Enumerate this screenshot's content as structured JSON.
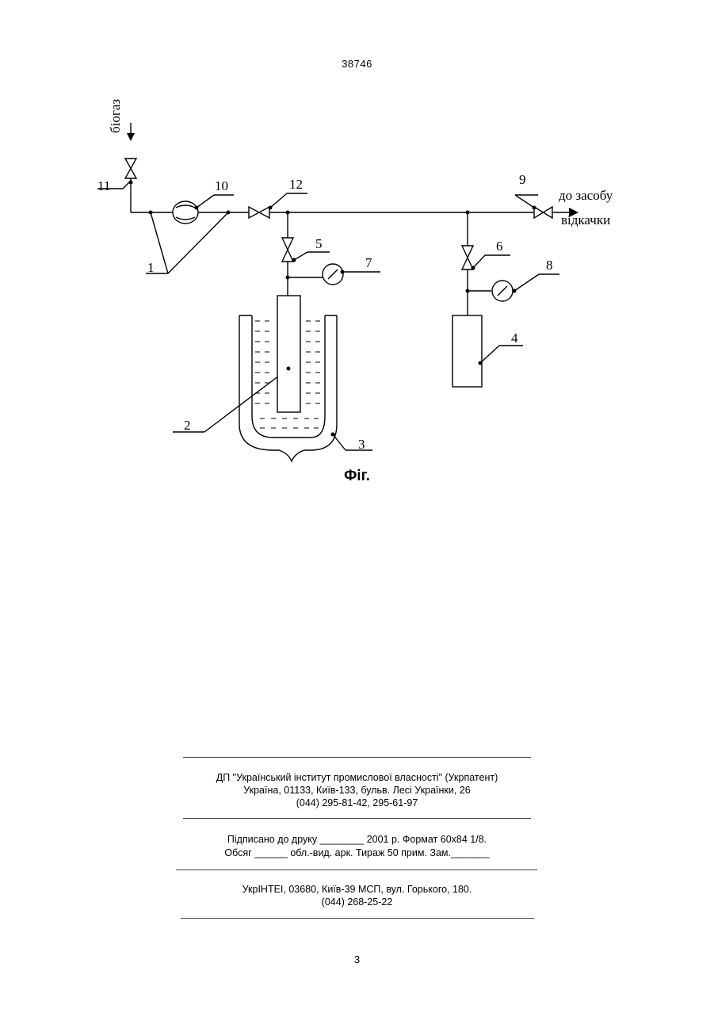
{
  "header": {
    "page_code": "38746"
  },
  "figure": {
    "caption": "Фіг.",
    "labels": {
      "biogas": "біогаз",
      "outlet_line1": "до засобу",
      "outlet_line2": "відкачки",
      "n1": "1",
      "n2": "2",
      "n3": "3",
      "n4": "4",
      "n5": "5",
      "n6": "6",
      "n7": "7",
      "n8": "8",
      "n9": "9",
      "n10": "10",
      "n11": "11",
      "n12": "12"
    }
  },
  "imprint": {
    "publisher_line1": "ДП \"Український інститут промислової власності\" (Укрпатент)",
    "publisher_line2": "Україна, 01133, Київ-133, бульв. Лесі Українки, 26",
    "publisher_line3": "(044) 295-81-42, 295-61-97",
    "print_line1": "Підписано до друку ________ 2001 р.    Формат 60х84 1/8.",
    "print_line2": "Обсяг ______ обл.-вид. арк.   Тираж 50 прим.    Зам._______",
    "printer_line1": "УкрІНТЕІ, 03680, Київ-39 МСП, вул. Горького, 180.",
    "printer_line2": "(044) 268-25-22"
  },
  "footer": {
    "page_number": "3"
  }
}
